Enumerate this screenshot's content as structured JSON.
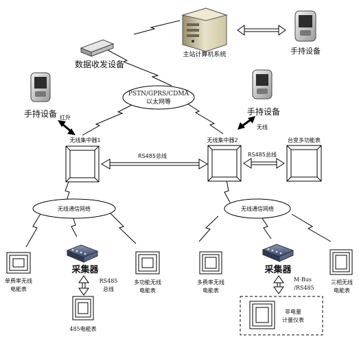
{
  "nodes": {
    "master_station": "主站计算机系统",
    "handheld_top": "手持设备",
    "transceiver": "数据收发设备",
    "network_cloud_line1": "PSTN/GPRS/CDMA",
    "network_cloud_line2": "以太网等",
    "handheld_left": "手持设备",
    "handheld_right": "手持设备",
    "infrared": "红外",
    "wireless": "无线",
    "concentrator1": "无线集中器1",
    "concentrator2": "无线集中器2",
    "transformer_meter": "台变多功能表",
    "rs485_bus_1": "RS485总线",
    "rs485_bus_2": "RS485总线",
    "wireless_net_left": "无线通信网络",
    "wireless_net_right": "无线通信网络",
    "multi_rate_meter_left_l1": "单费率无线",
    "multi_rate_meter_left_l2": "电能表",
    "collector_left": "采集器",
    "rs485_line1": "RS485",
    "rs485_line2": "总线",
    "multifunc_meter_l1": "多功能无线",
    "multifunc_meter_l2": "电能表",
    "meter_485": "485电能表",
    "multi_rate_meter_right_l1": "多费率无线",
    "multi_rate_meter_right_l2": "电能表",
    "collector_right": "采集器",
    "mbus_line1": "M-Bus",
    "mbus_line2": "/RS485",
    "non_electric_l1": "非电量",
    "non_electric_l2": "计量仪表",
    "three_phase_l1": "三相无线",
    "three_phase_l2": "电能表"
  }
}
